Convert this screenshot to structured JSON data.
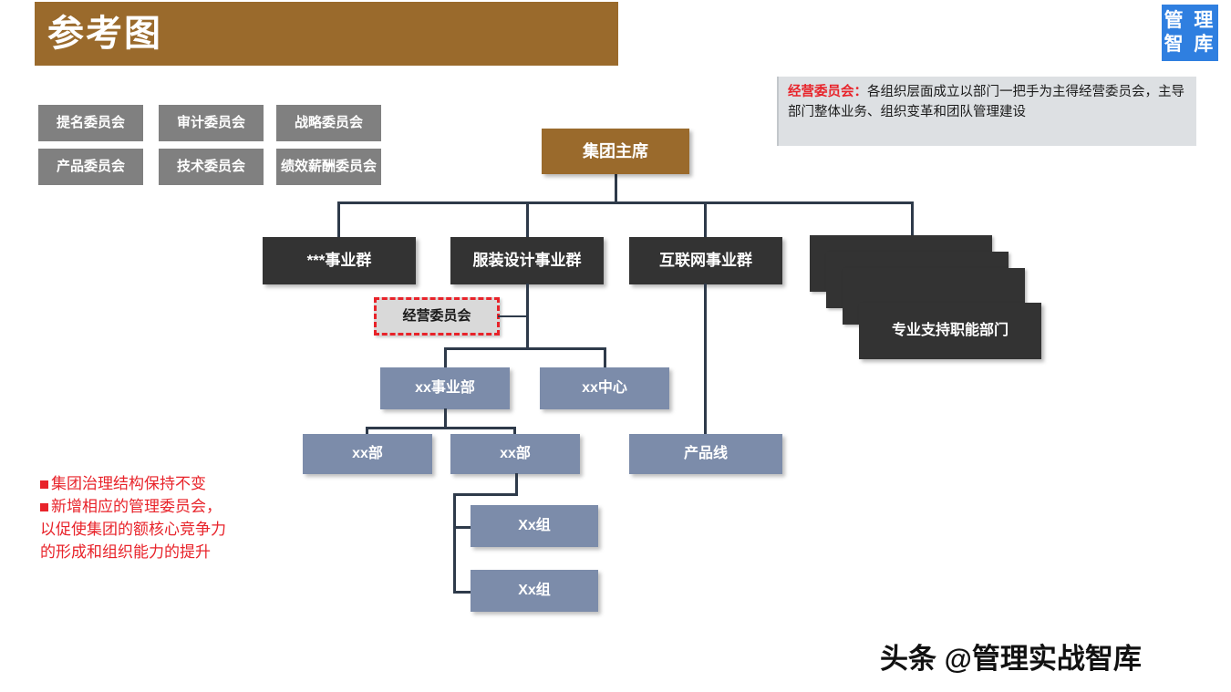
{
  "header": {
    "title": "参考图",
    "banner_color": "#9A6A2C"
  },
  "logo": {
    "line1": "管 理",
    "line2": "智 库",
    "color": "#2F7FE0"
  },
  "committees": {
    "color": "#808080",
    "items": [
      {
        "label": "提名委员会"
      },
      {
        "label": "审计委员会"
      },
      {
        "label": "战略委员会"
      },
      {
        "label": "产品委员会"
      },
      {
        "label": "技术委员会"
      },
      {
        "label": "绩效薪酬委员会"
      }
    ]
  },
  "callout": {
    "key": "经营委员会：",
    "body": "各组织层面成立以部门一把手为主得经营委员会，主导部门整体业务、组织变革和团队管理建设",
    "key_color": "#E8232A",
    "background": "#DDE0E3"
  },
  "chart": {
    "root": {
      "label": "集团主席",
      "color": "#9A6A2C"
    },
    "level2": [
      {
        "label": "***事业群",
        "color": "#333333"
      },
      {
        "label": "服装设计事业群",
        "color": "#333333"
      },
      {
        "label": "互联网事业群",
        "color": "#333333"
      },
      {
        "label": "专业支持职能部门",
        "color": "#333333",
        "stacked": true
      }
    ],
    "committee_node": {
      "label": "经营委员会",
      "color": "#D9D9D9",
      "border_color": "#E8232A"
    },
    "level3": [
      {
        "label": "xx事业部",
        "color": "#7C8CAA"
      },
      {
        "label": "xx中心",
        "color": "#7C8CAA"
      }
    ],
    "level4": [
      {
        "label": "xx部",
        "color": "#7C8CAA"
      },
      {
        "label": "xx部",
        "color": "#7C8CAA"
      },
      {
        "label": "产品线",
        "color": "#7C8CAA"
      }
    ],
    "level5": [
      {
        "label": "Xx组",
        "color": "#7C8CAA"
      },
      {
        "label": "Xx组",
        "color": "#7C8CAA"
      }
    ],
    "line_color": "#2E3A4A"
  },
  "notes": {
    "color": "#E8232A",
    "lines": [
      {
        "bullet": true,
        "text": "集团治理结构保持不变"
      },
      {
        "bullet": true,
        "text": "新增相应的管理委员会，"
      },
      {
        "bullet": false,
        "text": "以促使集团的额核心竞争力"
      },
      {
        "bullet": false,
        "text": "的形成和组织能力的提升"
      }
    ]
  },
  "watermark": {
    "text": "头条 @管理实战智库"
  }
}
